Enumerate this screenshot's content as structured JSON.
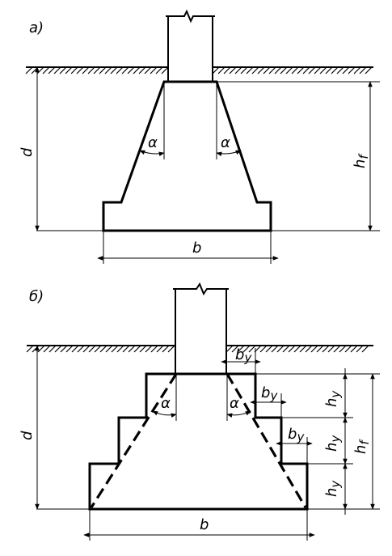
{
  "diagram_a": {
    "label": "а)",
    "dim_depth": "d",
    "dim_height": "h",
    "dim_height_sub": "f",
    "dim_width": "b",
    "angle_left": "α",
    "angle_right": "α"
  },
  "diagram_b": {
    "label": "б)",
    "dim_depth": "d",
    "dim_height": "h",
    "dim_height_sub": "f",
    "dim_width": "b",
    "angle_left": "α",
    "angle_right": "α",
    "step_width_1": "b",
    "step_width_1_sub": "y",
    "step_width_2": "b",
    "step_width_2_sub": "y",
    "step_width_3": "b",
    "step_width_3_sub": "y",
    "step_height_1": "h",
    "step_height_1_sub": "y",
    "step_height_2": "h",
    "step_height_2_sub": "y",
    "step_height_3": "h",
    "step_height_3_sub": "y"
  }
}
